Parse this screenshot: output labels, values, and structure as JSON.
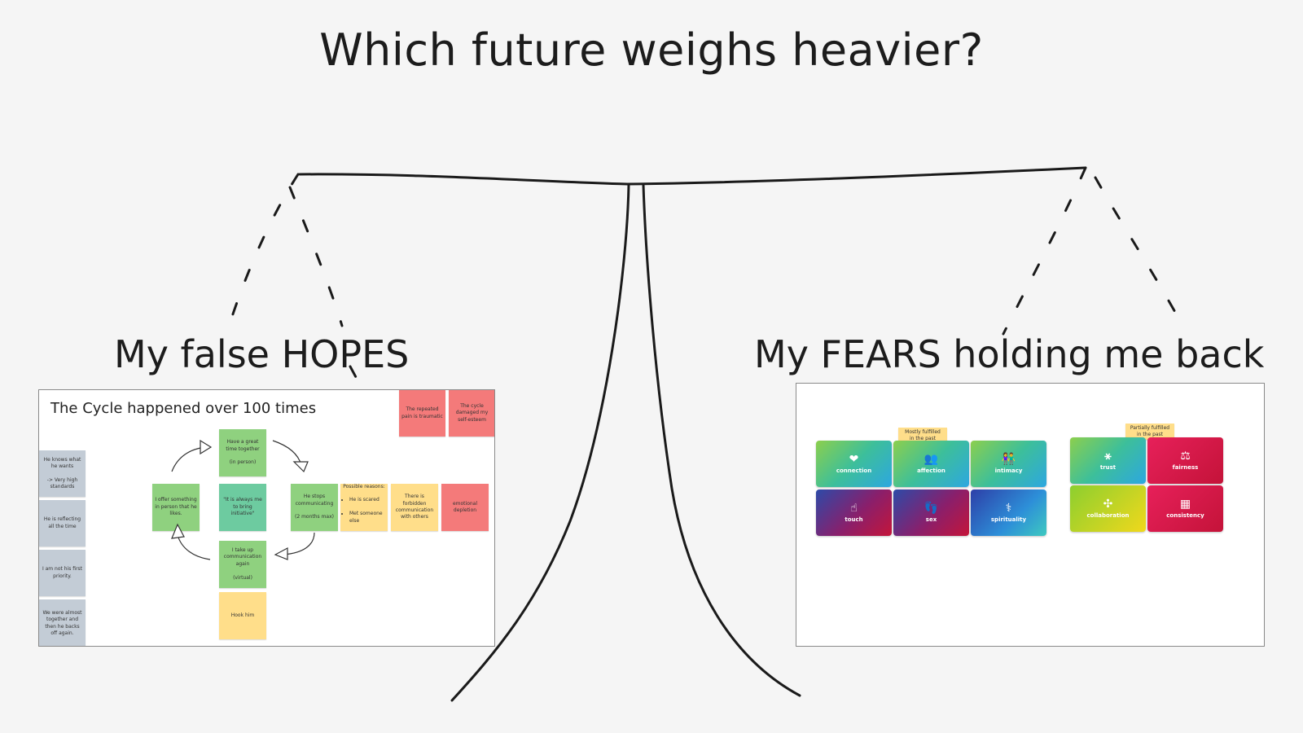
{
  "title": "Which future weighs heavier?",
  "left_heading": "My false HOPES",
  "right_heading": "My FEARS holding me back",
  "left_board": {
    "title": "The Cycle happened over 100 times",
    "side_notes": [
      "He knows what he wants\n\n-> Very high standards",
      "He is reflecting all the time",
      "I am not his first priority.",
      "We were almost together and then he backs off again."
    ],
    "cycle": {
      "top": "Have a great time together\n\n(in person)",
      "center": "\"It is always me to bring initiative\"",
      "left": "I offer something in person that he likes.",
      "right": "He stops communicating\n\n(2 months max)",
      "bottom": "I take up communication again\n\n(virtual)",
      "hook": "Hook him"
    },
    "reasons_title": "Possible reasons:",
    "reasons": [
      "He is scared",
      "Met someone else"
    ],
    "forbidden": "There is forbidden communication with others",
    "depletion": "emotional depletion",
    "top_notes": [
      "The repeated pain is traumatic",
      "The cycle damaged my self-esteem"
    ]
  },
  "right_board": {
    "group1_tag": "Mostly fulfilled\nin the past",
    "group2_tag": "Partially fulfilled\nin the past",
    "group1": [
      {
        "label": "connection",
        "icon": "heart-icon",
        "glyph": "❤"
      },
      {
        "label": "affection",
        "icon": "hug-icon",
        "glyph": "👥"
      },
      {
        "label": "intimacy",
        "icon": "couple-icon",
        "glyph": "👫"
      },
      {
        "label": "touch",
        "icon": "hand-icon",
        "glyph": "☝"
      },
      {
        "label": "sex",
        "icon": "footprints-icon",
        "glyph": "👣"
      },
      {
        "label": "spirituality",
        "icon": "meditation-icon",
        "glyph": "⚕"
      }
    ],
    "group2": [
      {
        "label": "trust",
        "icon": "trust-fall-icon",
        "glyph": "⚹"
      },
      {
        "label": "fairness",
        "icon": "scales-icon",
        "glyph": "⚖"
      },
      {
        "label": "collaboration",
        "icon": "puzzle-icon",
        "glyph": "✣"
      },
      {
        "label": "consistency",
        "icon": "calendar-icon",
        "glyph": "▦"
      }
    ]
  }
}
